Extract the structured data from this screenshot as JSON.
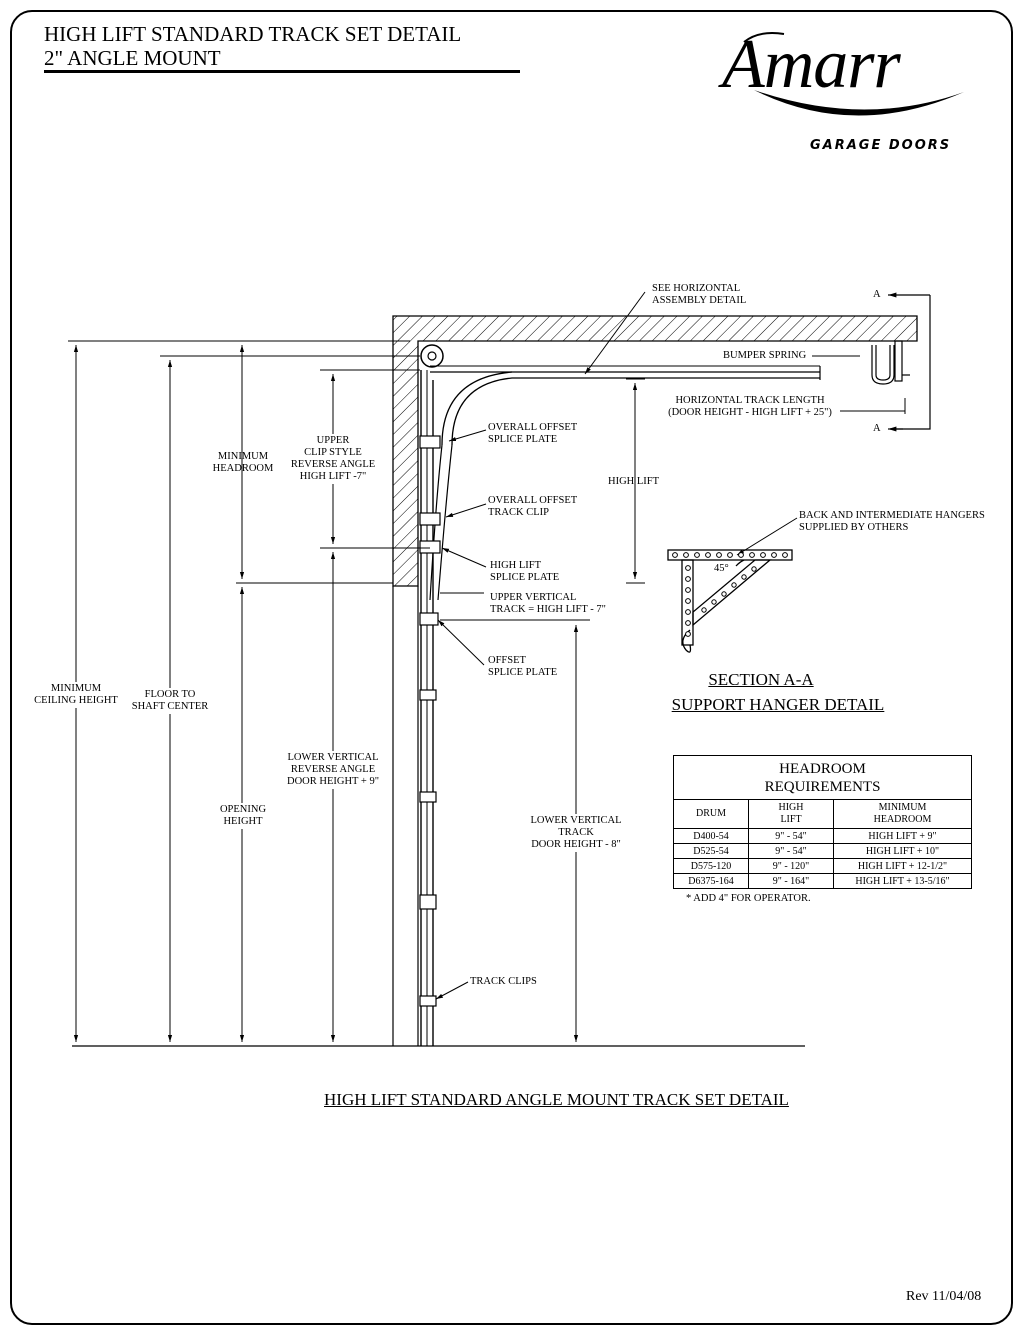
{
  "title": {
    "line1": "HIGH LIFT STANDARD TRACK SET DETAIL",
    "line2": "2\" ANGLE MOUNT"
  },
  "brand": {
    "name": "Amarr",
    "tagline": "GARAGE DOORS"
  },
  "labels": {
    "see_horizontal_1": "SEE HORIZONTAL",
    "see_horizontal_2": "ASSEMBLY DETAIL",
    "bumper_spring": "BUMPER SPRING",
    "horiz_len_1": "HORIZONTAL TRACK LENGTH",
    "horiz_len_2": "(DOOR HEIGHT - HIGH LIFT + 25\")",
    "section_marker_top": "A",
    "section_marker_bottom": "A",
    "overall_offset_splice_1": "OVERALL OFFSET",
    "overall_offset_splice_2": "SPLICE PLATE",
    "high_lift": "HIGH LIFT",
    "overall_offset_clip_1": "OVERALL OFFSET",
    "overall_offset_clip_2": "TRACK CLIP",
    "high_lift_splice_1": "HIGH LIFT",
    "high_lift_splice_2": "SPLICE PLATE",
    "upper_vertical_1": "UPPER VERTICAL",
    "upper_vertical_2": "TRACK = HIGH LIFT - 7\"",
    "offset_splice_1": "OFFSET",
    "offset_splice_2": "SPLICE PLATE",
    "track_clips": "TRACK CLIPS",
    "min_headroom_1": "MINIMUM",
    "min_headroom_2": "HEADROOM",
    "upper_clip_1": "UPPER",
    "upper_clip_2": "CLIP STYLE",
    "upper_clip_3": "REVERSE ANGLE",
    "upper_clip_4": "HIGH LIFT -7\"",
    "min_ceiling_1": "MINIMUM",
    "min_ceiling_2": "CEILING HEIGHT",
    "floor_shaft_1": "FLOOR TO",
    "floor_shaft_2": "SHAFT CENTER",
    "lower_rev_1": "LOWER VERTICAL",
    "lower_rev_2": "REVERSE ANGLE",
    "lower_rev_3": "DOOR HEIGHT + 9\"",
    "opening_1": "OPENING",
    "opening_2": "HEIGHT",
    "lower_track_1": "LOWER VERTICAL",
    "lower_track_2": "TRACK",
    "lower_track_3": "DOOR HEIGHT - 8\"",
    "hangers_1": "BACK AND INTERMEDIATE HANGERS",
    "hangers_2": "SUPPLIED BY OTHERS",
    "angle": "45°",
    "section_title": "SECTION A-A",
    "section_sub": "SUPPORT HANGER DETAIL"
  },
  "headroom_table": {
    "caption_1": "HEADROOM",
    "caption_2": "REQUIREMENTS",
    "col_drum": "DRUM",
    "col_high_1": "HIGH",
    "col_high_2": "LIFT",
    "col_min_1": "MINIMUM",
    "col_min_2": "HEADROOM",
    "rows": [
      {
        "drum": "D400-54",
        "lift": "9\" - 54\"",
        "headroom": "HIGH LIFT + 9\""
      },
      {
        "drum": "D525-54",
        "lift": "9\" - 54\"",
        "headroom": "HIGH LIFT + 10\""
      },
      {
        "drum": "D575-120",
        "lift": "9\" - 120\"",
        "headroom": "HIGH LIFT + 12-1/2\""
      },
      {
        "drum": "D6375-164",
        "lift": "9\" - 164\"",
        "headroom": "HIGH LIFT + 13-5/16\""
      }
    ],
    "note": "* ADD 4\" FOR OPERATOR."
  },
  "caption": "HIGH LIFT STANDARD ANGLE MOUNT TRACK SET DETAIL",
  "revision": "Rev 11/04/08"
}
